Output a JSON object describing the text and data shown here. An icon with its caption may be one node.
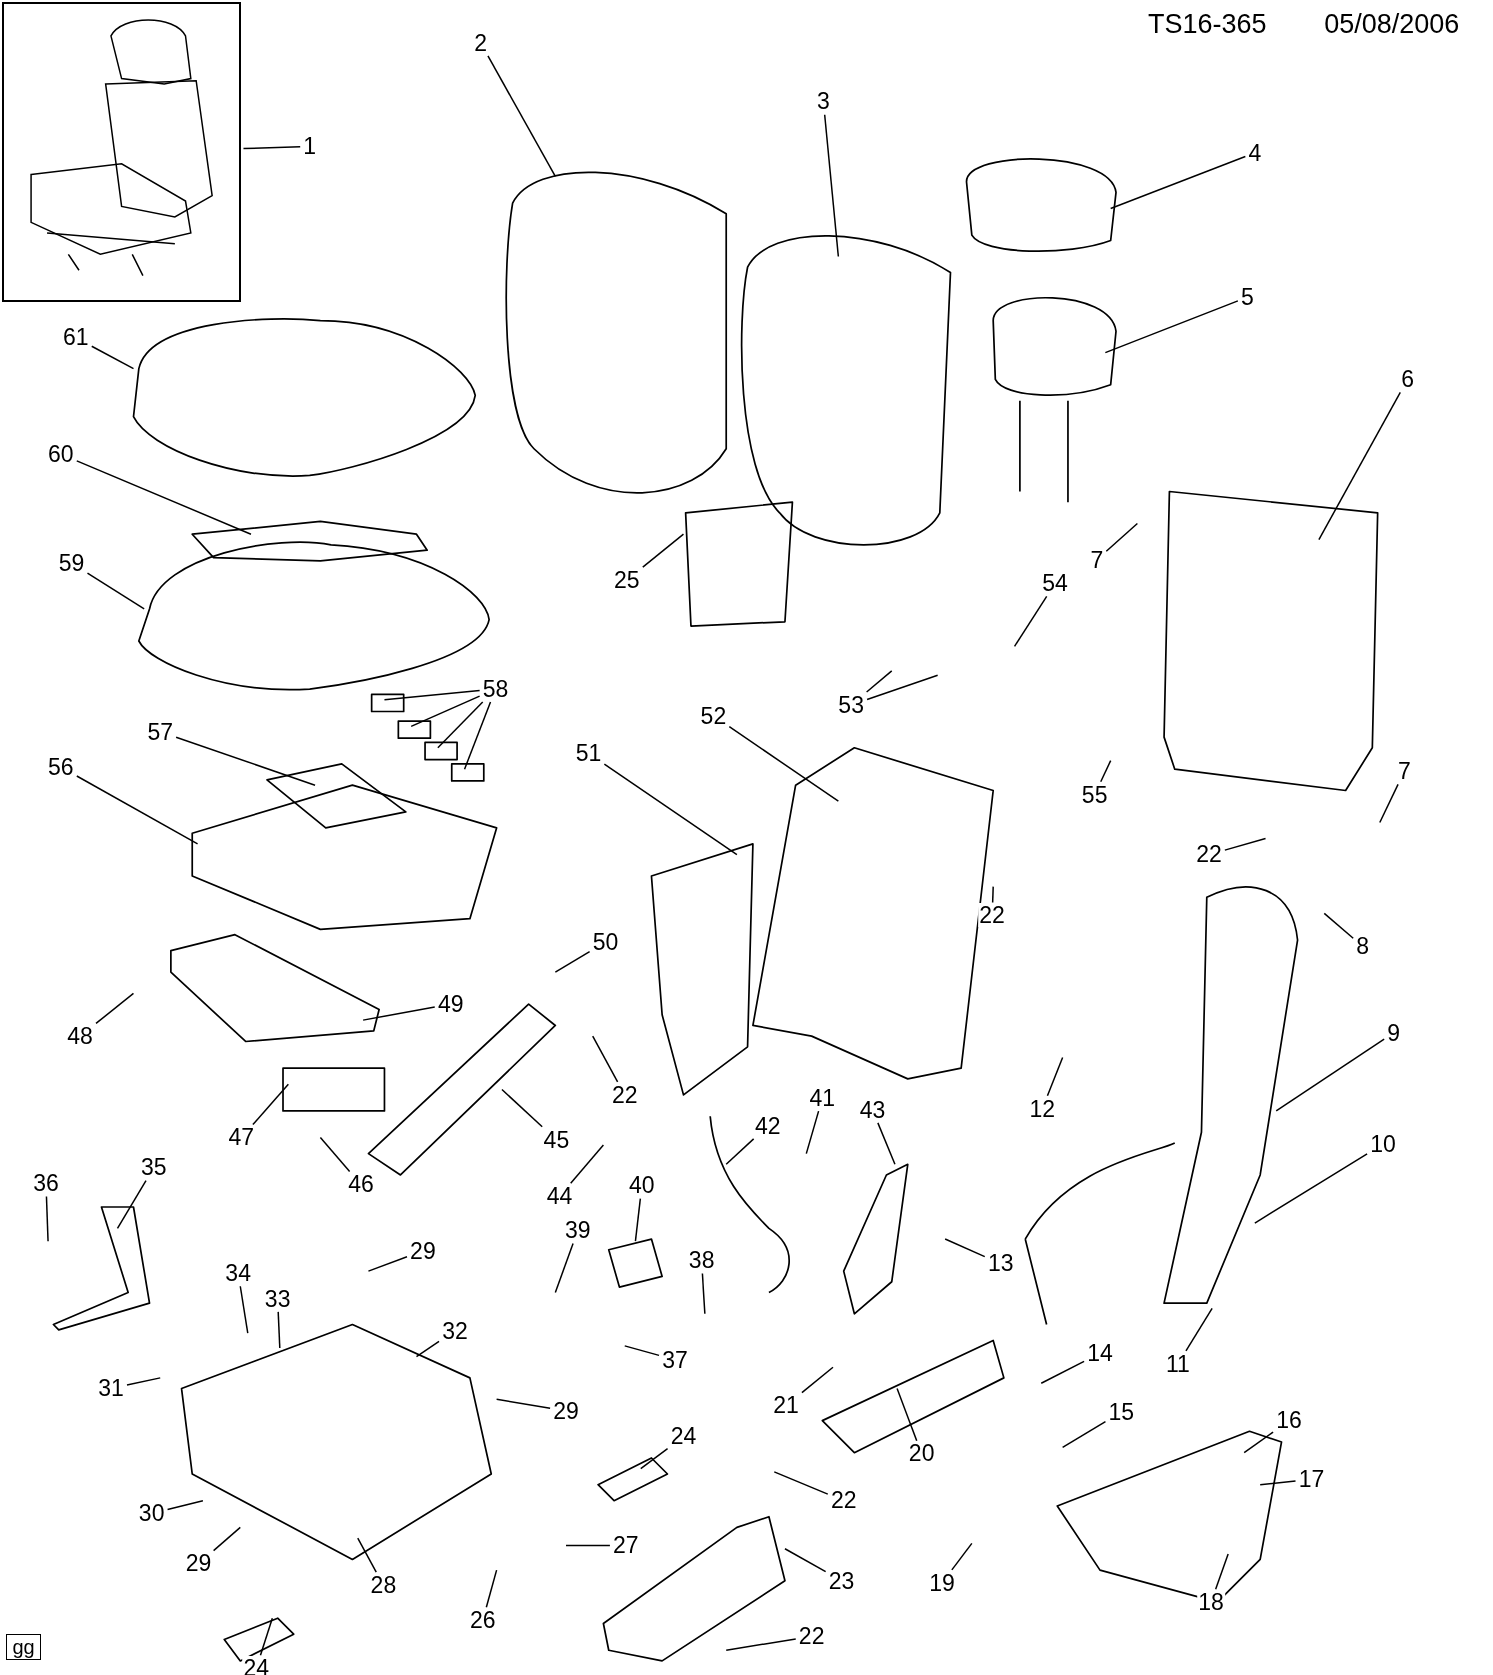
{
  "diagram": {
    "nodes": [
      {
        "text": [],
        "shape": "picture"
      },
      {
        "text": [
          "1"
        ]
      },
      {
        "text": [
          "2"
        ]
      },
      {
        "text": [
          "3"
        ]
      },
      {
        "text": [
          "4"
        ]
      },
      {
        "text": [
          "5"
        ]
      },
      {
        "text": [
          "6"
        ]
      },
      {
        "text": [
          "7"
        ]
      },
      {
        "text": [
          "7"
        ]
      },
      {
        "text": [
          "8"
        ]
      },
      {
        "text": [
          "9"
        ]
      },
      {
        "text": [
          "10"
        ]
      },
      {
        "text": [
          "11"
        ]
      },
      {
        "text": [
          "12"
        ]
      },
      {
        "text": [
          "13"
        ]
      },
      {
        "text": [
          "14"
        ]
      },
      {
        "text": [
          "15"
        ]
      },
      {
        "text": [
          "16"
        ]
      },
      {
        "text": [
          "17"
        ]
      },
      {
        "text": [
          "18"
        ]
      },
      {
        "text": [
          "19"
        ]
      },
      {
        "text": [
          "20"
        ]
      },
      {
        "text": [
          "21"
        ]
      },
      {
        "text": [
          "22"
        ]
      },
      {
        "text": [
          "22"
        ]
      },
      {
        "text": [
          "22"
        ]
      },
      {
        "text": [
          "22"
        ]
      },
      {
        "text": [
          "22"
        ]
      },
      {
        "text": [
          "23"
        ]
      },
      {
        "text": [
          "24"
        ]
      },
      {
        "text": [
          "24"
        ]
      },
      {
        "text": [
          "25"
        ]
      },
      {
        "text": [
          "26"
        ]
      },
      {
        "text": [
          "27"
        ]
      },
      {
        "text": [
          "28"
        ]
      },
      {
        "text": [
          "29"
        ]
      },
      {
        "text": [
          "29"
        ]
      },
      {
        "text": [
          "29"
        ]
      },
      {
        "text": [
          "30"
        ]
      },
      {
        "text": [
          "31"
        ]
      },
      {
        "text": [
          "32"
        ]
      },
      {
        "text": [
          "33"
        ]
      },
      {
        "text": [
          "34"
        ]
      },
      {
        "text": [
          "35"
        ]
      },
      {
        "text": [
          "36"
        ]
      },
      {
        "text": [
          "37"
        ]
      },
      {
        "text": [
          "38"
        ]
      },
      {
        "text": [
          "39"
        ]
      },
      {
        "text": [
          "40"
        ]
      },
      {
        "text": [
          "41"
        ]
      },
      {
        "text": [
          "42"
        ]
      },
      {
        "text": [
          "43"
        ]
      },
      {
        "text": [
          "44"
        ]
      },
      {
        "text": [
          "45"
        ]
      },
      {
        "text": [
          "46"
        ]
      },
      {
        "text": [
          "47"
        ]
      },
      {
        "text": [
          "48"
        ]
      },
      {
        "text": [
          "49"
        ]
      },
      {
        "text": [
          "50"
        ]
      },
      {
        "text": [
          "51"
        ]
      },
      {
        "text": [
          "52"
        ]
      },
      {
        "text": [
          "53"
        ]
      },
      {
        "text": [
          "54"
        ]
      },
      {
        "text": [
          "55"
        ]
      },
      {
        "text": [
          "56"
        ]
      },
      {
        "text": [
          "57"
        ]
      },
      {
        "text": [
          "58"
        ]
      },
      {
        "text": [
          "59"
        ]
      },
      {
        "text": [
          "60"
        ]
      },
      {
        "text": [
          "61"
        ]
      }
    ],
    "edges": [
      {
        "from": 1,
        "to": 0,
        "arrow": "none"
      },
      {
        "from": 2,
        "to": null,
        "arrow": "none"
      },
      {
        "from": 3,
        "to": null,
        "arrow": "none"
      },
      {
        "from": 4,
        "to": null,
        "arrow": "none"
      },
      {
        "from": 5,
        "to": null,
        "arrow": "none"
      },
      {
        "from": 6,
        "to": null,
        "arrow": "none"
      },
      {
        "from": 7,
        "to": null,
        "arrow": "none"
      },
      {
        "from": 8,
        "to": null,
        "arrow": "none"
      },
      {
        "from": 9,
        "to": null,
        "arrow": "none"
      },
      {
        "from": 10,
        "to": null,
        "arrow": "none"
      },
      {
        "from": 11,
        "to": null,
        "arrow": "none"
      },
      {
        "from": 12,
        "to": null,
        "arrow": "none"
      },
      {
        "from": 13,
        "to": null,
        "arrow": "none"
      },
      {
        "from": 14,
        "to": null,
        "arrow": "none"
      },
      {
        "from": 15,
        "to": null,
        "arrow": "none"
      },
      {
        "from": 16,
        "to": null,
        "arrow": "none"
      },
      {
        "from": 17,
        "to": null,
        "arrow": "none"
      },
      {
        "from": 18,
        "to": null,
        "arrow": "none"
      },
      {
        "from": 19,
        "to": null,
        "arrow": "none"
      },
      {
        "from": 20,
        "to": null,
        "arrow": "none"
      },
      {
        "from": 21,
        "to": null,
        "arrow": "none"
      },
      {
        "from": 22,
        "to": null,
        "arrow": "none"
      },
      {
        "from": 23,
        "to": null,
        "arrow": "none"
      },
      {
        "from": 24,
        "to": null,
        "arrow": "none"
      },
      {
        "from": 25,
        "to": null,
        "arrow": "none"
      },
      {
        "from": 26,
        "to": null,
        "arrow": "none"
      },
      {
        "from": 27,
        "to": null,
        "arrow": "none"
      },
      {
        "from": 28,
        "to": null,
        "arrow": "none"
      },
      {
        "from": 29,
        "to": null,
        "arrow": "none"
      },
      {
        "from": 30,
        "to": null,
        "arrow": "none"
      },
      {
        "from": 31,
        "to": null,
        "arrow": "none"
      },
      {
        "from": 32,
        "to": null,
        "arrow": "none"
      },
      {
        "from": 33,
        "to": null,
        "arrow": "none"
      },
      {
        "from": 34,
        "to": null,
        "arrow": "none"
      },
      {
        "from": 35,
        "to": null,
        "arrow": "none"
      },
      {
        "from": 36,
        "to": null,
        "arrow": "none"
      },
      {
        "from": 37,
        "to": null,
        "arrow": "none"
      },
      {
        "from": 38,
        "to": null,
        "arrow": "none"
      },
      {
        "from": 39,
        "to": null,
        "arrow": "none"
      },
      {
        "from": 40,
        "to": null,
        "arrow": "none"
      },
      {
        "from": 41,
        "to": null,
        "arrow": "none"
      },
      {
        "from": 42,
        "to": null,
        "arrow": "none"
      },
      {
        "from": 43,
        "to": null,
        "arrow": "none"
      },
      {
        "from": 44,
        "to": null,
        "arrow": "none"
      },
      {
        "from": 45,
        "to": null,
        "arrow": "none"
      },
      {
        "from": 46,
        "to": null,
        "arrow": "none"
      },
      {
        "from": 47,
        "to": null,
        "arrow": "none"
      },
      {
        "from": 48,
        "to": null,
        "arrow": "none"
      },
      {
        "from": 49,
        "to": null,
        "arrow": "none"
      },
      {
        "from": 50,
        "to": null,
        "arrow": "none"
      },
      {
        "from": 51,
        "to": null,
        "arrow": "none"
      },
      {
        "from": 52,
        "to": null,
        "arrow": "none"
      },
      {
        "from": 53,
        "to": null,
        "arrow": "none"
      },
      {
        "from": 54,
        "to": null,
        "arrow": "none"
      },
      {
        "from": 55,
        "to": null,
        "arrow": "none"
      },
      {
        "from": 56,
        "to": null,
        "arrow": "none"
      },
      {
        "from": 57,
        "to": null,
        "arrow": "none"
      },
      {
        "from": 58,
        "to": null,
        "arrow": "none"
      },
      {
        "from": 59,
        "to": null,
        "arrow": "none"
      },
      {
        "from": 60,
        "to": null,
        "arrow": "none"
      },
      {
        "from": 61,
        "to": null,
        "arrow": "none"
      },
      {
        "from": 61,
        "to": null,
        "arrow": "none"
      },
      {
        "from": 62,
        "to": null,
        "arrow": "none"
      },
      {
        "from": 63,
        "to": null,
        "arrow": "none"
      },
      {
        "from": 64,
        "to": null,
        "arrow": "none"
      },
      {
        "from": 65,
        "to": null,
        "arrow": "none"
      },
      {
        "from": 66,
        "to": null,
        "arrow": "none"
      },
      {
        "from": 66,
        "to": null,
        "arrow": "none"
      },
      {
        "from": 66,
        "to": null,
        "arrow": "none"
      },
      {
        "from": 66,
        "to": null,
        "arrow": "none"
      },
      {
        "from": 67,
        "to": null,
        "arrow": "none"
      },
      {
        "from": 68,
        "to": null,
        "arrow": "none"
      },
      {
        "from": 69,
        "to": null,
        "arrow": "none"
      }
    ],
    "labels": [
      "TS16-365",
      "05/08/2006",
      "gg"
    ]
  }
}
